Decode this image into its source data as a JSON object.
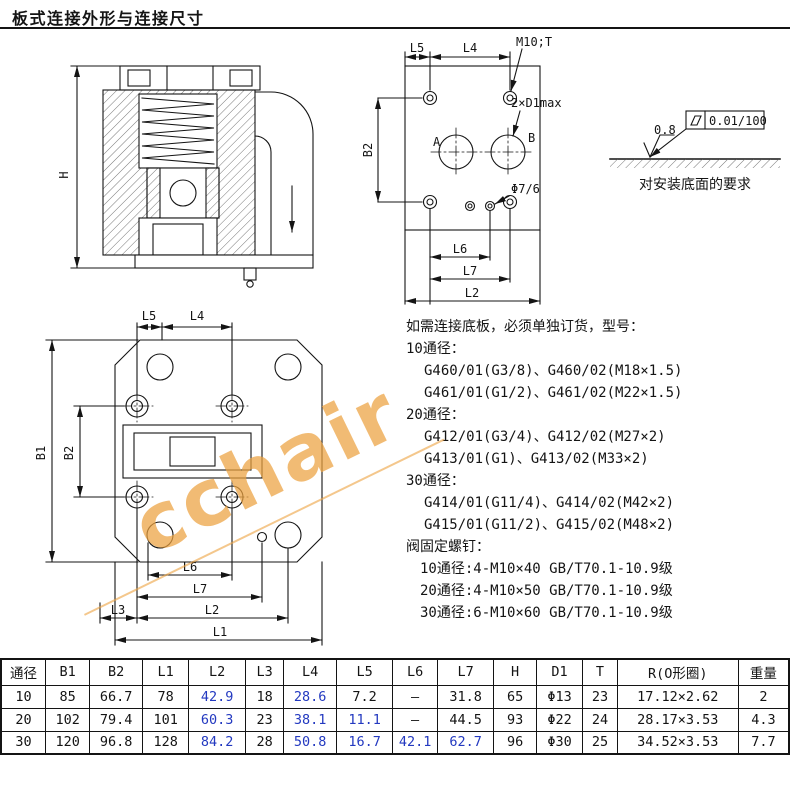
{
  "page": {
    "title": "板式连接外形与连接尺寸"
  },
  "colors": {
    "accent_blue": "#2339c0",
    "watermark_orange": "#eda23f",
    "line": "#141414"
  },
  "watermark": "cchair",
  "labels": {
    "h": "H",
    "b1": "B1",
    "b2": "B2",
    "l1": "L1",
    "l2": "L2",
    "l3": "L3",
    "l4": "L4",
    "l5": "L5",
    "l6": "L6",
    "l7": "L7",
    "port_a": "A",
    "port_b": "B",
    "m10_t": "M10;T",
    "d1max": "2×D1max",
    "phi76": "Φ7/6",
    "flatness": "0.01/100",
    "roughness": "0.8",
    "flatness_caption": "对安装底面的要求"
  },
  "ordering": {
    "intro": "如需连接底板，必须单独订货，型号：",
    "lines": [
      "10通径：",
      "G460/01(G3/8)、G460/02(M18×1.5)",
      "G461/01(G1/2)、G461/02(M22×1.5)",
      "20通径：",
      "G412/01(G3/4)、G412/02(M27×2)",
      "G413/01(G1)、G413/02(M33×2)",
      "30通径：",
      "G414/01(G11/4)、G414/02(M42×2)",
      "G415/01(G11/2)、G415/02(M48×2)",
      "阀固定螺钉：",
      "10通径:4-M10×40 GB/T70.1-10.9级",
      "20通径:4-M10×50 GB/T70.1-10.9级",
      "30通径:6-M10×60 GB/T70.1-10.9级"
    ]
  },
  "table": {
    "headers": [
      "通径",
      "B1",
      "B2",
      "L1",
      "L2",
      "L3",
      "L4",
      "L5",
      "L6",
      "L7",
      "H",
      "D1",
      "T",
      "R(O形圈)",
      "重量"
    ],
    "rows": [
      [
        "10",
        "85",
        "66.7",
        "78",
        "42.9",
        "18",
        "28.6",
        "7.2",
        "–",
        "31.8",
        "65",
        "Φ13",
        "23",
        "17.12×2.62",
        "2"
      ],
      [
        "20",
        "102",
        "79.4",
        "101",
        "60.3",
        "23",
        "38.1",
        "11.1",
        "–",
        "44.5",
        "93",
        "Φ22",
        "24",
        "28.17×3.53",
        "4.3"
      ],
      [
        "30",
        "120",
        "96.8",
        "128",
        "84.2",
        "28",
        "50.8",
        "16.7",
        "42.1",
        "62.7",
        "96",
        "Φ30",
        "25",
        "34.52×3.53",
        "7.7"
      ]
    ]
  }
}
